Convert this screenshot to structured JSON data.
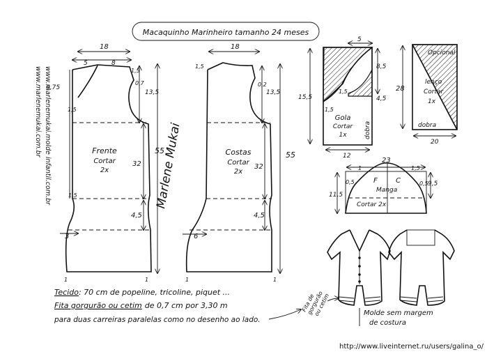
{
  "title": "Macaquinho Marinheiro tamanho 24 meses",
  "website": "www.marlenemukai.com.br",
  "website_alt": "www.marlenemukai.molde infantil.com.br",
  "signature": "Marlene Mukai",
  "footer_url": "http://www.liveinternet.ru/users/galina_o/",
  "front": {
    "name": "Frente",
    "cut": "Cortar",
    "qty": "2x",
    "dims": {
      "width": "18",
      "neck_left": "5",
      "neck_right": "8",
      "shoulder": "1,5",
      "shoulder_right": "0,7",
      "neck_depth": "6,75",
      "armhole": "13,5",
      "side_total": "55",
      "waist_pos": "1,5",
      "waist": "1,5",
      "inseam": "32",
      "crotch": "4,5",
      "leg": "3",
      "hem_left": "1",
      "hem_right": "1"
    }
  },
  "back": {
    "name": "Costas",
    "cut": "Cortar",
    "qty": "2x",
    "dims": {
      "width": "18",
      "shoulder": "1,5",
      "shoulder_right": "0,2",
      "armhole": "13,5",
      "side_total": "55",
      "inseam": "32",
      "crotch": "4,5",
      "leg": "6",
      "hem_left": "1",
      "hem_right": "1"
    }
  },
  "collar": {
    "name": "Gola",
    "cut": "Cortar",
    "qty": "1x",
    "fold": "dobra",
    "dims": {
      "top": "5",
      "height_total": "15,5",
      "right": "8,5",
      "inner": "1,5",
      "inner_right": "4,5",
      "neck": "1,5",
      "width": "12"
    }
  },
  "scarf": {
    "name": "lenço",
    "cut": "Cortar",
    "qty": "1x",
    "optional": "Opcional",
    "fold": "dobra",
    "dims": {
      "height": "28",
      "width": "20"
    }
  },
  "sleeve": {
    "label_f": "F",
    "label_c": "C",
    "name": "Manga",
    "cut": "Cortar 2x",
    "dims": {
      "width": "23",
      "left_top": "1",
      "right_top": "1,5",
      "left_side": "0,5",
      "right_side": "0,5",
      "height": "11,5",
      "right_height": "9,5"
    }
  },
  "notes": {
    "line1_label": "Tecido",
    "line1_text": ": 70 cm de popeline, tricoline, piquet ...",
    "line2_label": "Fita gorgurão ou cetim",
    "line2_text": "de 0,7 cm por 3,30 m",
    "line3_text": "para duas carreiras paralelas como no desenho ao lado.",
    "ribbon_label_1": "Fita de",
    "ribbon_label_2": "gorgurão",
    "ribbon_label_3": "ou cetim",
    "mold_note_1": "Molde sem margem",
    "mold_note_2": "de costura"
  }
}
